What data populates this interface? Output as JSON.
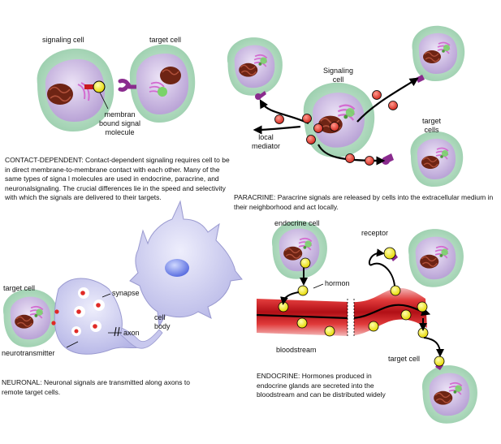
{
  "contact": {
    "signaling_cell_label": "signaling cell",
    "target_cell_label": "target cell",
    "molecule_label": "membran\nbound signal\nmolecule",
    "caption_title": "CONTACT-DEPENDENT:",
    "caption_text": "Contact-dependent signaling requires cell to be in direct membrane-to-membrane contact with each other. Many of the same types of signa l molecules are used in endocrine, paracrine, and neuronalsignaling. The crucial differences lie in the speed and selectivity with which the signals are delivered to their targets."
  },
  "paracrine": {
    "signaling_cell_label": "Signaling\ncell",
    "local_mediator_label": "local\nmediator",
    "target_cells_label": "target\ncells",
    "caption_title": "PARACRINE:",
    "caption_text": "Paracrine signals are released by cells into the extracellular medium in their neighborhood and act locally."
  },
  "neuronal": {
    "target_cell_label": "target cell",
    "synapse_label": "synapse",
    "axon_label": "axon",
    "cell_body_label": "cell\nbody",
    "neurotransmitter_label": "neurotransmitter",
    "caption_title": "NEURONAL:",
    "caption_text": "Neuronal signals are transmitted along axons to remote target cells."
  },
  "endocrine": {
    "endocrine_cell_label": "endocrine cell",
    "receptor_label": "receptor",
    "hormone_label": "hormon",
    "bloodstream_label": "bloodstream",
    "target_cell_label": "target cell",
    "caption_title": "ENDOCRINE:",
    "caption_text": "Hormones produced in endocrine glands are secreted into the bloodstream and can be distributed widely"
  },
  "colors": {
    "cell_outer": "#a9d8b8",
    "cell_inner": "#c9b6e0",
    "nucleus": "#7e2c1c",
    "signal_yellow": "#f4ea14",
    "mediator_red": "#e23b30",
    "receptor_purple": "#8a2b8e",
    "blood_red": "#d8202a",
    "neuron": "#c8c8ee"
  }
}
